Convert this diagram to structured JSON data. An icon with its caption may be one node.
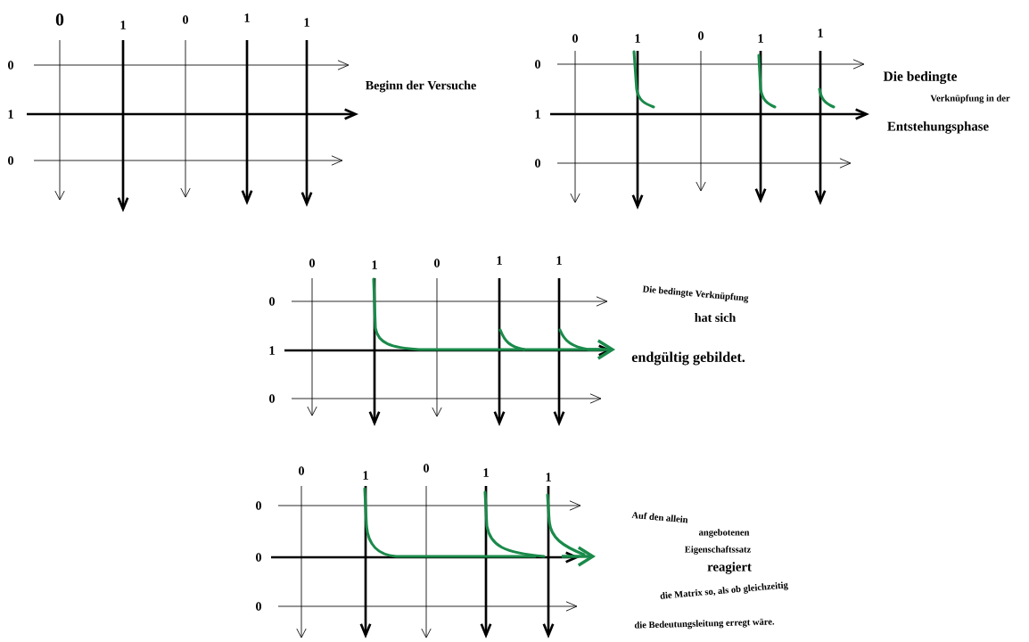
{
  "diagram": {
    "labels": [
      "0",
      "1",
      "0",
      "1",
      "1",
      "0",
      "1",
      "0",
      "Beginn der Versuche",
      "0",
      "1",
      "0",
      "1",
      "1",
      "0",
      "1",
      "0",
      "Die bedingte",
      "Verknüpfung in der",
      "Entstehungsphase",
      "0",
      "1",
      "0",
      "1",
      "1",
      "0",
      "1",
      "0",
      "Die bedingte Verknüpfung",
      "hat sich",
      "endgültig gebildet.",
      "0",
      "1",
      "0",
      "1",
      "1",
      "0",
      "0",
      "0",
      "Auf den allein",
      "angebotenen",
      "Eigenschaftssatz",
      "reagiert",
      "die Matrix so, als ob gleichzeitig",
      "die Bedeutungsleitung erregt wäre."
    ]
  }
}
